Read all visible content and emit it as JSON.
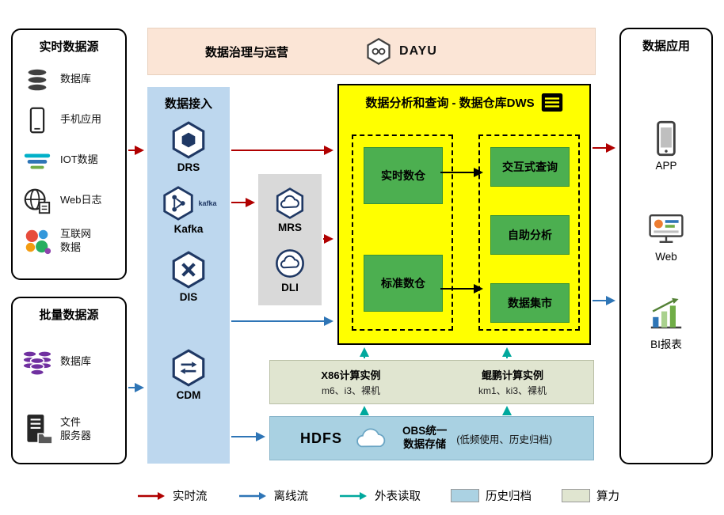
{
  "colors": {
    "realtime_flow": "#b00000",
    "offline_flow": "#2e75b6",
    "external_read": "#00a89d",
    "history_archive": "#abd2e3",
    "compute_power": "#e0e5d0",
    "dws_fill": "#ffff00",
    "module_green": "#4caf50",
    "access_fill": "#bdd7ee",
    "governance_fill": "#fbe5d6",
    "middleware_fill": "#d9d9d9"
  },
  "realtime_sources": {
    "title": "实时数据源",
    "items": [
      {
        "label": "数据库",
        "icon": "database-icon"
      },
      {
        "label": "手机应用",
        "icon": "phone-icon"
      },
      {
        "label": "IOT数据",
        "icon": "iot-icon"
      },
      {
        "label": "Web日志",
        "icon": "web-log-icon"
      },
      {
        "label": "互联网\n数据",
        "icon": "internet-data-icon"
      }
    ]
  },
  "batch_sources": {
    "title": "批量数据源",
    "items": [
      {
        "label": "数据库",
        "icon": "database-cluster-icon"
      },
      {
        "label": "文件\n服务器",
        "icon": "file-server-icon"
      }
    ]
  },
  "governance": {
    "title": "数据治理与运营",
    "product": "DAYU"
  },
  "data_access": {
    "title": "数据接入",
    "services": [
      {
        "label": "DRS"
      },
      {
        "label": "Kafka",
        "logo_text": "kafka"
      },
      {
        "label": "DIS"
      },
      {
        "label": "CDM"
      }
    ]
  },
  "middleware": {
    "services": [
      {
        "label": "MRS"
      },
      {
        "label": "DLI"
      }
    ]
  },
  "dws": {
    "title": "数据分析和查询 - 数据仓库DWS",
    "left_modules": [
      "实时数仓",
      "标准数仓"
    ],
    "right_modules": [
      "交互式查询",
      "自助分析",
      "数据集市"
    ]
  },
  "compute": {
    "x86_title": "X86计算实例",
    "x86_models": "m6、i3、裸机",
    "kunpeng_title": "鲲鹏计算实例",
    "kunpeng_models": "km1、ki3、裸机"
  },
  "storage": {
    "hdfs": "HDFS",
    "obs_line1": "OBS统一",
    "obs_line2": "数据存储",
    "note": "(低频使用、历史归档)"
  },
  "applications": {
    "title": "数据应用",
    "items": [
      {
        "label": "APP",
        "icon": "app-phone-icon"
      },
      {
        "label": "Web",
        "icon": "web-monitor-icon"
      },
      {
        "label": "BI报表",
        "icon": "bi-chart-icon"
      }
    ]
  },
  "legend": {
    "realtime": "实时流",
    "offline": "离线流",
    "external": "外表读取",
    "archive": "历史归档",
    "compute": "算力"
  }
}
